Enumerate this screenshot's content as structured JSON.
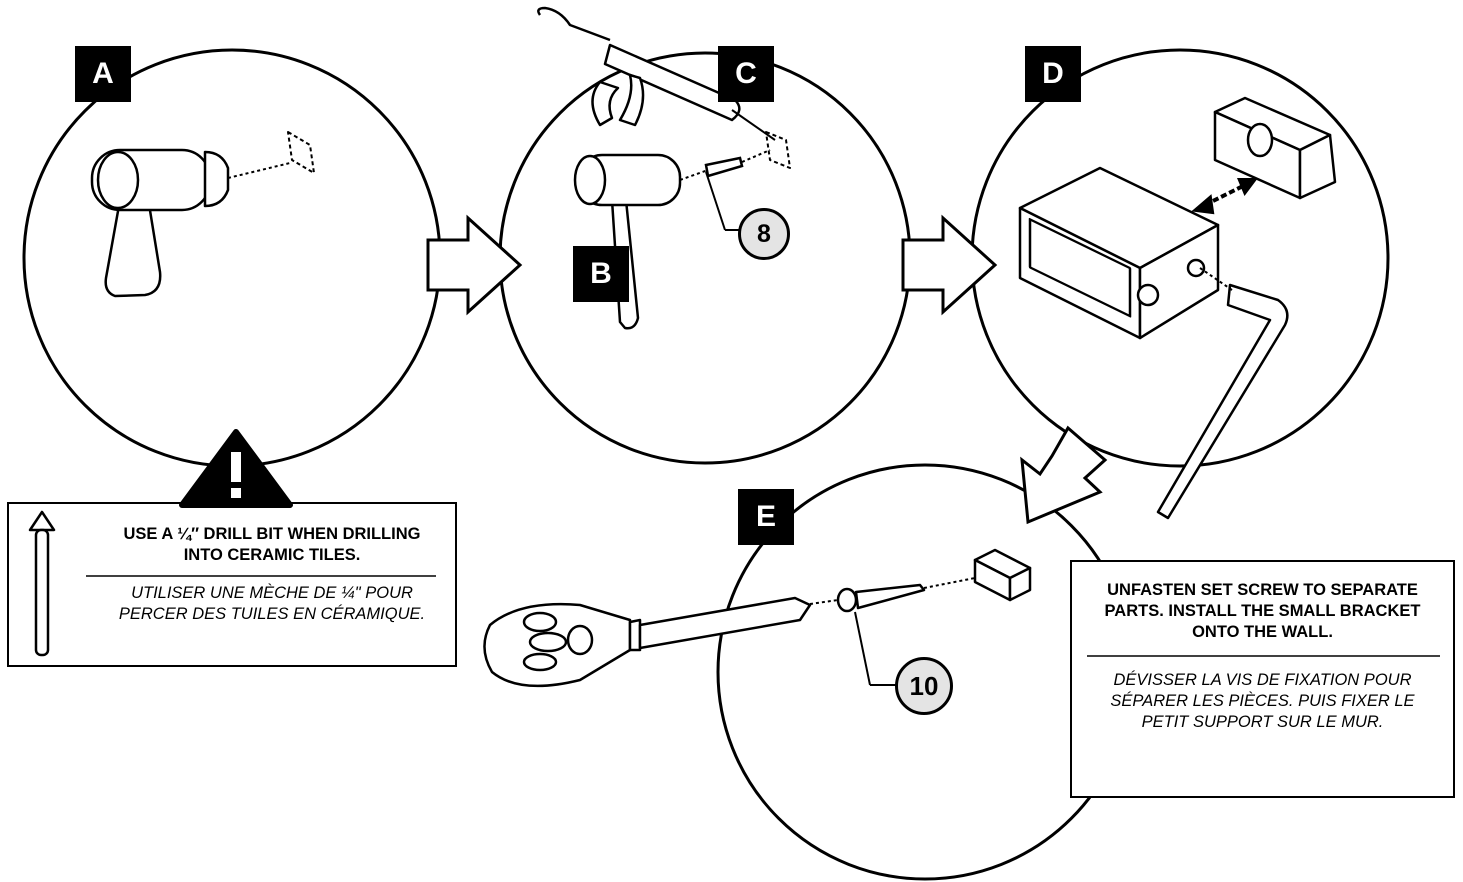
{
  "steps": {
    "a": "A",
    "b": "B",
    "c": "C",
    "d": "D",
    "e": "E"
  },
  "part_callouts": {
    "anchor": "8",
    "screw": "10"
  },
  "warning_note": {
    "en_line1": "USE A ¼″ DRILL BIT WHEN DRILLING",
    "en_line2": "INTO CERAMIC TILES.",
    "fr_line1": "UTILISER UNE MÈCHE DE ¼\" POUR",
    "fr_line2": "PERCER DES TUILES EN CÉRAMIQUE."
  },
  "bracket_note": {
    "en_line1": "UNFASTEN SET SCREW TO SEPARATE",
    "en_line2": "PARTS. INSTALL THE SMALL BRACKET",
    "en_line3": "ONTO THE WALL.",
    "fr_line1": "DÉVISSER LA VIS DE FIXATION POUR",
    "fr_line2": "SÉPARER LES PIÈCES. PUIS FIXER LE",
    "fr_line3": "PETIT SUPPORT SUR LE MUR."
  }
}
